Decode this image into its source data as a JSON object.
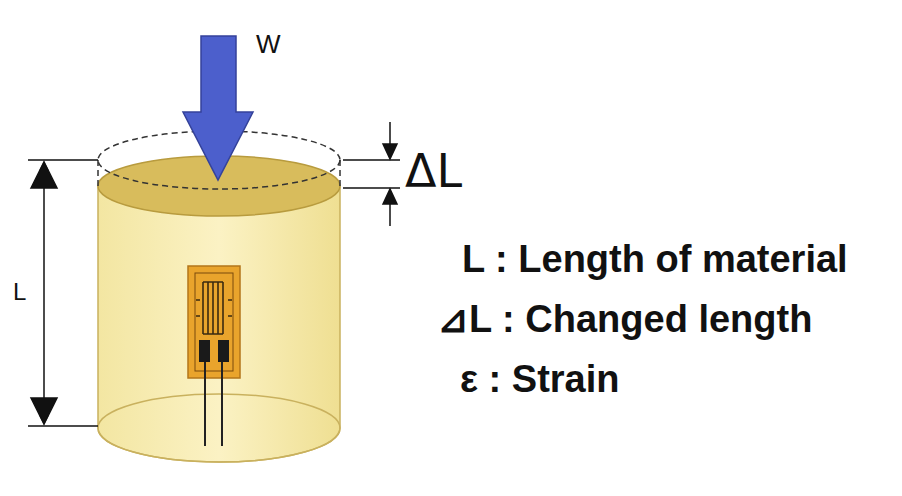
{
  "diagram": {
    "labels": [
      "W",
      "ΔL",
      "L",
      "L : Length of material",
      "⊿L : Changed length",
      "ε : Strain"
    ]
  }
}
